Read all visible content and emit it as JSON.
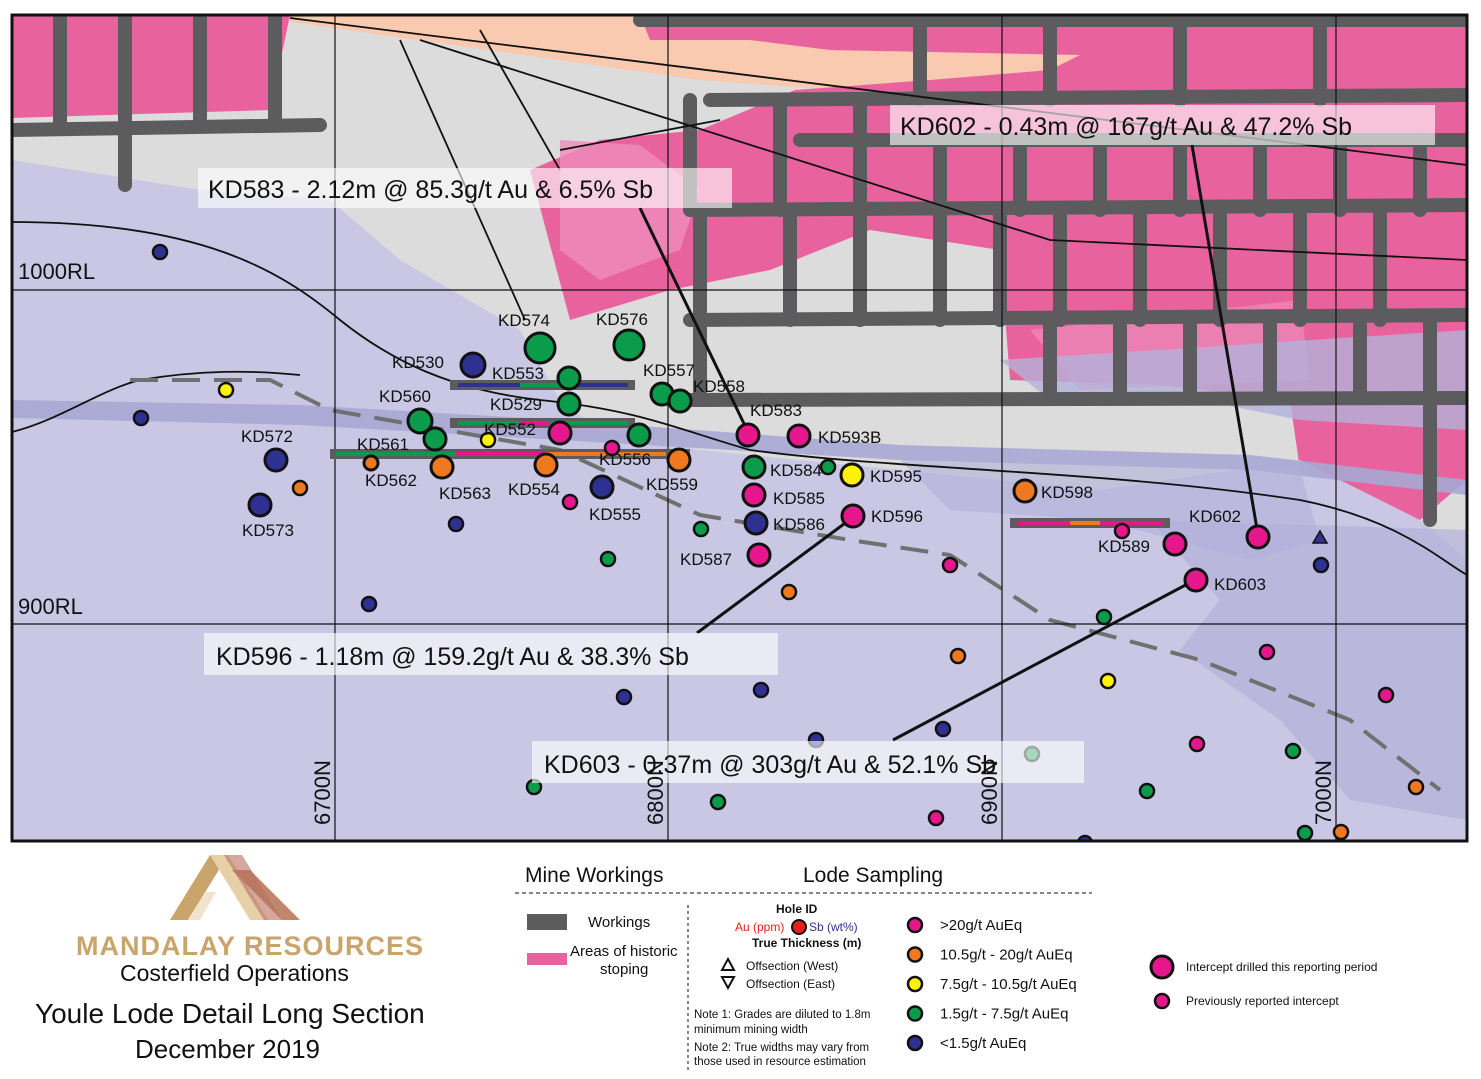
{
  "company": {
    "name": "MANDALAY RESOURCES",
    "operation": "Costerfield Operations",
    "title": "Youle Lode Detail Long Section",
    "date": "December 2019"
  },
  "grid": {
    "rl_labels": [
      "1000RL",
      "900RL"
    ],
    "northing_labels": [
      "6700N",
      "6800N",
      "6900N",
      "7000N"
    ]
  },
  "callouts": [
    {
      "text": "KD583 - 2.12m @ 85.3g/t Au & 6.5% Sb"
    },
    {
      "text": "KD602 - 0.43m @ 167g/t Au & 47.2% Sb"
    },
    {
      "text": "KD596 - 1.18m @ 159.2g/t Au & 38.3% Sb"
    },
    {
      "text": "KD603 - 0.37m @ 303g/t Au & 52.1% Sb"
    }
  ],
  "holes": [
    {
      "id": "KD574",
      "grade": "green",
      "current": true
    },
    {
      "id": "KD576",
      "grade": "green",
      "current": true
    },
    {
      "id": "KD530",
      "grade": "blue",
      "current": true
    },
    {
      "id": "KD553",
      "grade": "green",
      "current": true
    },
    {
      "id": "KD557",
      "grade": "green",
      "current": true
    },
    {
      "id": "KD558",
      "grade": "green",
      "current": true
    },
    {
      "id": "KD560",
      "grade": "green",
      "current": true
    },
    {
      "id": "KD529",
      "grade": "green",
      "current": true
    },
    {
      "id": "KD583",
      "grade": "magenta",
      "current": true
    },
    {
      "id": "KD552",
      "grade": "magenta",
      "current": true
    },
    {
      "id": "KD593B",
      "grade": "magenta",
      "current": true
    },
    {
      "id": "KD572",
      "grade": "blue",
      "current": true
    },
    {
      "id": "KD561",
      "grade": "green",
      "current": true
    },
    {
      "id": "KD556",
      "grade": "green",
      "current": true
    },
    {
      "id": "KD584",
      "grade": "green",
      "current": true
    },
    {
      "id": "KD595",
      "grade": "yellow",
      "current": true
    },
    {
      "id": "KD562",
      "grade": "orange",
      "current": false
    },
    {
      "id": "KD563",
      "grade": "orange",
      "current": true
    },
    {
      "id": "KD554",
      "grade": "orange",
      "current": true
    },
    {
      "id": "KD559",
      "grade": "orange",
      "current": true
    },
    {
      "id": "KD585",
      "grade": "magenta",
      "current": true
    },
    {
      "id": "KD598",
      "grade": "orange",
      "current": true
    },
    {
      "id": "KD555",
      "grade": "blue",
      "current": true
    },
    {
      "id": "KD596",
      "grade": "magenta",
      "current": true
    },
    {
      "id": "KD573",
      "grade": "blue",
      "current": true
    },
    {
      "id": "KD586",
      "grade": "blue",
      "current": true
    },
    {
      "id": "KD602",
      "grade": "magenta",
      "current": true
    },
    {
      "id": "KD589",
      "grade": "magenta",
      "current": true
    },
    {
      "id": "KD587",
      "grade": "magenta",
      "current": true
    },
    {
      "id": "KD603",
      "grade": "magenta",
      "current": true
    }
  ],
  "legend": {
    "mine_workings_title": "Mine Workings",
    "lode_sampling_title": "Lode Sampling",
    "workings": "Workings",
    "historic_line1": "Areas of historic",
    "historic_line2": "stoping",
    "hole_id": "Hole ID",
    "au_label": "Au (ppm)",
    "sb_label": "Sb (wt%)",
    "true_thickness": "True Thickness (m)",
    "offsection_west": "Offsection (West)",
    "offsection_east": "Offsection (East)",
    "note1_line1": "Note 1: Grades are diluted to 1.8m",
    "note1_line2": "minimum mining width",
    "note2_line1": "Note 2: True widths may vary from",
    "note2_line2": "those used in resource estimation",
    "grades": [
      {
        "label": ">20g/t AuEq",
        "color": "#e6168c"
      },
      {
        "label": "10.5g/t - 20g/t AuEq",
        "color": "#f0781e"
      },
      {
        "label": "7.5g/t - 10.5g/t AuEq",
        "color": "#fff200"
      },
      {
        "label": "1.5g/t - 7.5g/t AuEq",
        "color": "#0a9b4b"
      },
      {
        "label": "<1.5g/t AuEq",
        "color": "#2e3192"
      }
    ],
    "intercept_current": "Intercept drilled this reporting period",
    "intercept_previous": "Previously reported intercept"
  },
  "colors": {
    "stoping": "#e8639d",
    "workings": "#5c5c5e",
    "lode_zone": "#c9c7e3",
    "background": "#dcdcdc",
    "logo_gold": "#c9a56b"
  }
}
